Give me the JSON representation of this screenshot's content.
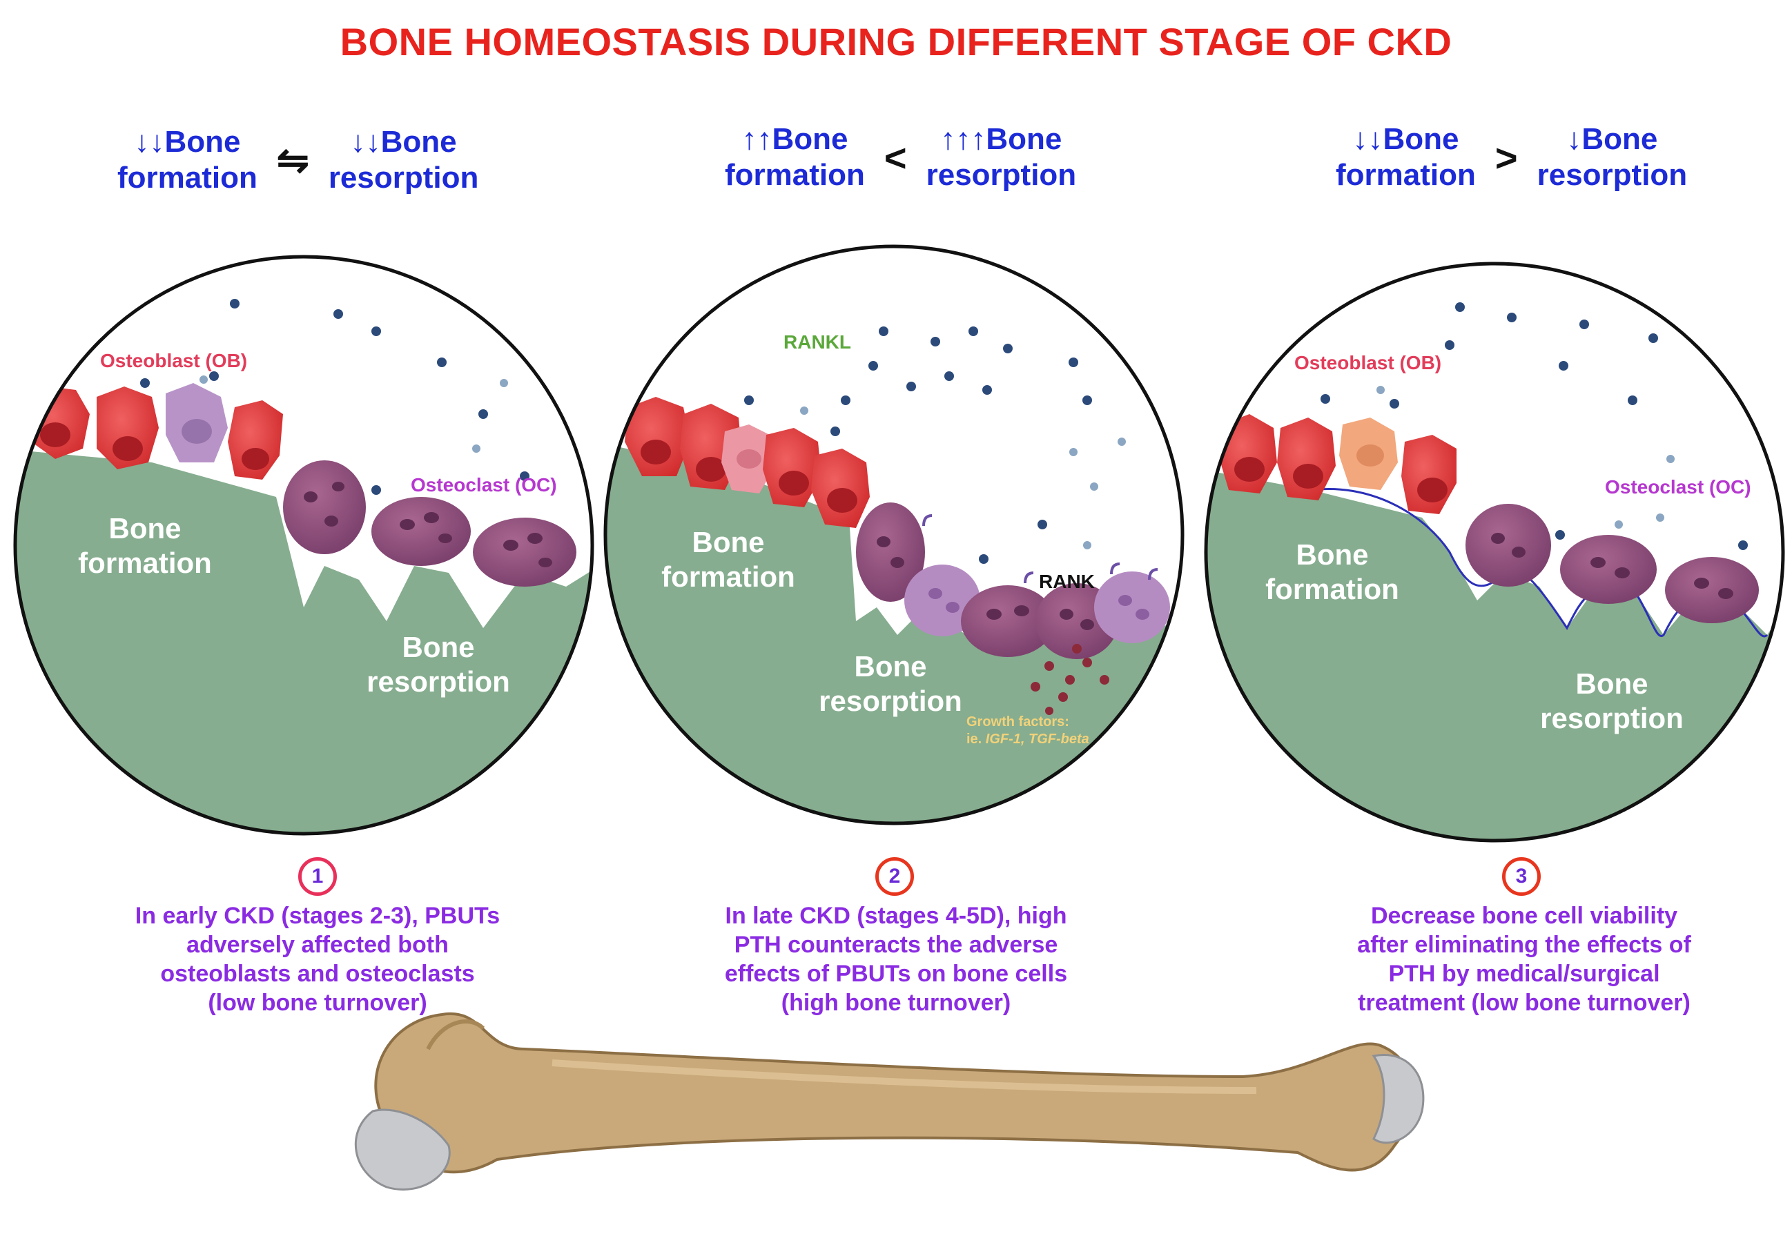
{
  "title": "BONE HOMEOSTASIS DURING DIFFERENT STAGE OF CKD",
  "panels": [
    {
      "number": "1",
      "header": {
        "left_arrows": "↓↓",
        "left_line1": "Bone",
        "left_line2": "formation",
        "operator": "⇋",
        "right_arrows": "↓↓",
        "right_line1": "Bone",
        "right_line2": "resorption"
      },
      "labels": {
        "osteoblast": "Osteoblast (OB)",
        "osteoclast": "Osteoclast (OC)",
        "formation_1": "Bone",
        "formation_2": "formation",
        "resorption_1": "Bone",
        "resorption_2": "resorption"
      },
      "description": [
        "In early CKD (stages 2-3), PBUTs",
        "adversely affected both",
        "osteoblasts and osteoclasts",
        "(low bone turnover)"
      ]
    },
    {
      "number": "2",
      "header": {
        "left_arrows": "↑↑",
        "left_line1": "Bone",
        "left_line2": "formation",
        "operator": "<",
        "right_arrows": "↑↑↑",
        "right_line1": "Bone",
        "right_line2": "resorption"
      },
      "labels": {
        "rankl": "RANKL",
        "rank": "RANK",
        "formation_1": "Bone",
        "formation_2": "formation",
        "resorption_1": "Bone",
        "resorption_2": "resorption",
        "growth_1": "Growth factors:",
        "growth_2_prefix": "ie. ",
        "growth_2_italic": "IGF-1, TGF-beta"
      },
      "description": [
        "In late CKD (stages 4-5D), high",
        "PTH counteracts the adverse",
        "effects of PBUTs on bone cells",
        "(high bone turnover)"
      ]
    },
    {
      "number": "3",
      "header": {
        "left_arrows": "↓↓",
        "left_line1": "Bone",
        "left_line2": "formation",
        "operator": ">",
        "right_arrows": "↓",
        "right_line1": "Bone",
        "right_line2": "resorption"
      },
      "labels": {
        "osteoblast": "Osteoblast (OB)",
        "osteoclast": "Osteoclast (OC)",
        "formation_1": "Bone",
        "formation_2": "formation",
        "resorption_1": "Bone",
        "resorption_2": "resorption"
      },
      "description": [
        "Decrease bone cell viability",
        "after eliminating the effects of",
        "PTH by medical/surgical",
        "treatment (low bone turnover)"
      ]
    }
  ],
  "colors": {
    "title": "#e8231e",
    "header_text": "#1c2bd6",
    "arrows": "#e31b23",
    "description": "#8a2be2",
    "bone_green": "#86ad8f",
    "osteoblast_red": "#e0393b",
    "osteoclast_purple": "#8c4f7e",
    "rankl_green": "#5aa83a",
    "bone_tan": "#c9a97a"
  }
}
